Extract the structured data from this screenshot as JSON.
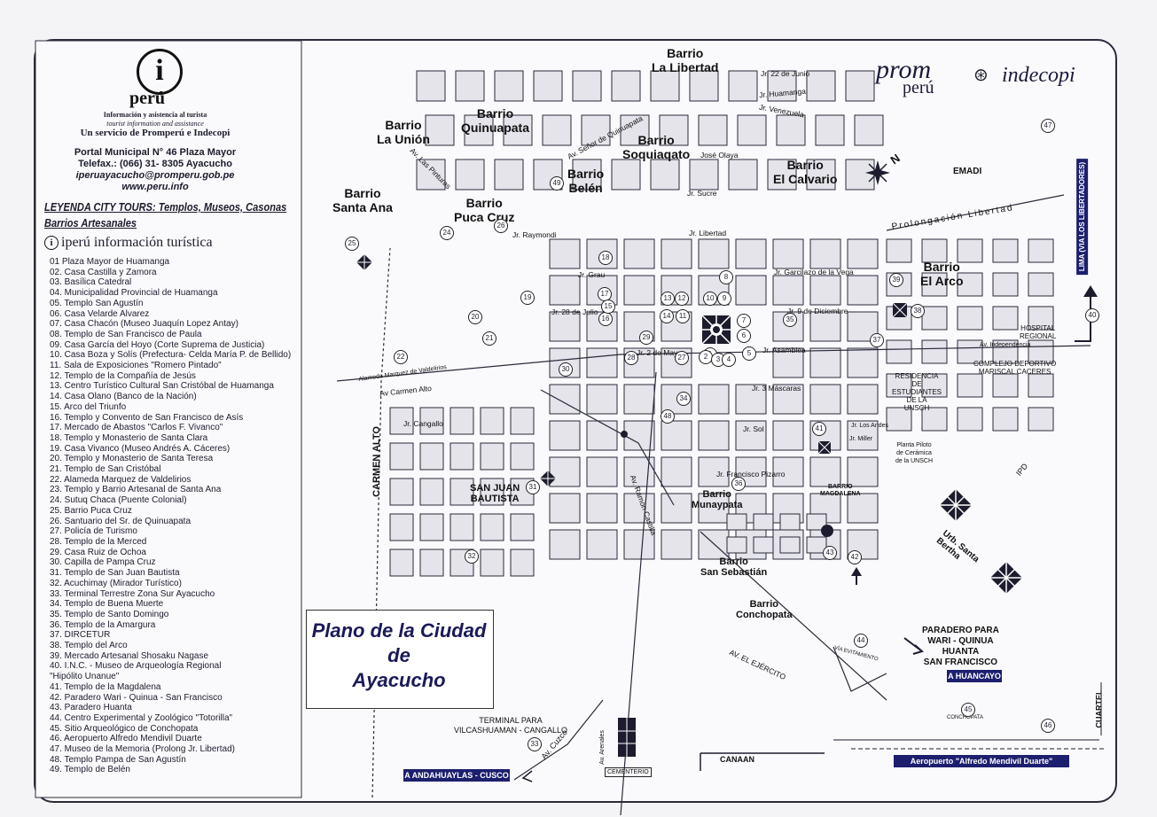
{
  "header": {
    "logo_letter": "i",
    "logo_word": "perú",
    "info_line1": "Información y asistencia al turista",
    "info_line2": "tourist information and assistance",
    "info_line3": "Un servicio de Promperú e Indecopi",
    "address1": "Portal Municipal N° 46 Plaza Mayor",
    "address2": "Telefax.: (066) 31- 8305 Ayacucho",
    "email": "iperuayacucho@promperu.gob.pe",
    "web": "www.peru.info"
  },
  "legend": {
    "title1": "LEYENDA CITY TOURS: Templos, Museos, Casonas",
    "title2": "Barrios Artesanales",
    "iperu_label": "iperú información turística",
    "iperu_icon": "i",
    "places": [
      "01  Plaza Mayor de Huamanga",
      "02.  Casa Castilla y Zamora",
      "03.  Basílica Catedral",
      "04.  Municipalidad Provincial de Huamanga",
      "05.  Templo San Agustín",
      "06.  Casa Velarde Alvarez",
      "07.  Casa Chacón (Museo Juaquín Lopez Antay)",
      "08.  Templo de San Francisco de Paula",
      "09.  Casa García del Hoyo (Corte Suprema de Justicia)",
      "10.  Casa Boza y Solís (Prefectura- Celda María P. de Bellido)",
      "11.  Sala de Exposiciones \"Romero Pintado\"",
      "12.  Templo de la Compañía de Jesús",
      "13.  Centro Turístico Cultural San Cristóbal de Huamanga",
      "14.  Casa Olano (Banco de la Nación)",
      "15.  Arco del Triunfo",
      "16.  Templo y Convento de San Francisco de Asís",
      "17.  Mercado de Abastos \"Carlos F. Vivanco\"",
      "18.  Templo y Monasterio de Santa Clara",
      "19.  Casa Vivanco (Museo Andrés A. Cáceres)",
      "20.  Templo y Monasterio de Santa Teresa",
      "21.  Templo de San Cristóbal",
      "22.  Alameda Marquez de Valdelirios",
      "23.  Templo y Barrio Artesanal de Santa Ana",
      "24.  Sutuq Chaca (Puente Colonial)",
      "25.  Barrio Puca Cruz",
      "26.  Santuario del Sr. de Quinuapata",
      "27.  Policía de Turismo",
      "28.  Templo de la Merced",
      "29.  Casa Ruiz de Ochoa",
      "30.  Capilla de Pampa Cruz",
      "31.  Templo de San Juan Bautista",
      "32.  Acuchimay (Mirador Turístico)",
      "33.  Terminal Terrestre Zona Sur Ayacucho",
      "34.  Templo de Buena Muerte",
      "35.  Templo de Santo Domingo",
      "36.  Templo de la Amargura",
      "37.  DIRCETUR",
      "38.  Templo del Arco",
      "39.  Mercado Artesanal Shosaku Nagase",
      "40.  I.N.C. - Museo de Arqueología Regional",
      "       \"Hipólito Unanue\"",
      "41.  Templo de la Magdalena",
      "42.  Paradero Wari - Quinua - San Francisco",
      "43.  Paradero Huanta",
      "44.  Centro Experimental  y Zoológico \"Totorilla\"",
      "45.  Sitio Arqueológico de Conchopata",
      "46.  Aeropuerto Alfredo Mendivil Duarte",
      "47.  Museo de la Memoria (Prolong Jr. Libertad)",
      "48. Templo Pampa de San Agustín",
      "49. Templo de Belén"
    ]
  },
  "branding": {
    "prom": "prom",
    "peru": "perú",
    "indecopi": "indecopi"
  },
  "map": {
    "title_l1": "Plano de la Ciudad",
    "title_l2": "de",
    "title_l3": "Ayacucho",
    "barrios": {
      "la_libertad": "Barrio\nLa Libertad",
      "quinuapata": "Barrio\nQuinuapata",
      "la_union": "Barrio\nLa Unión",
      "soquiaqato": "Barrio\nSoquiaqato",
      "belen": "Barrio\nBelén",
      "el_calvario": "Barrio\nEl Calvario",
      "santa_ana": "Barrio\nSanta Ana",
      "puca_cruz": "Barrio\nPuca Cruz",
      "el_arco": "Barrio\nEl Arco",
      "san_juan": "SAN JUAN\nBAUTISTA",
      "munaypata": "Barrio\nMunaypata",
      "san_sebastian": "Barrio\nSan Sebastián",
      "conchopata": "Barrio\nConchopata",
      "magdalena": "BARRIO\nMAGDALENA"
    },
    "streets": {
      "jr22": "Jr. 22  de Junio",
      "huamanga": "Jr. Huamanga",
      "venezuela": "Jr. Venezuela",
      "senor_quinuapata": "Av. Señor de Quinuapata",
      "jose_olaya": "José Olaya",
      "las_pinturas": "Av. Las Pinturas",
      "sucre": "Jr. Sucre",
      "raymondi": "Jr. Raymondi",
      "libertad": "Jr. Libertad",
      "prolongacion": "Prolongación  Libertad",
      "grau": "Jr. Grau",
      "garcilazo": "Jr. Garcilazo de la Vega",
      "28_julio": "Jr. 28 de Julio",
      "9_diciembre": "Jr. 9 de Diciembre",
      "2_mayo": "Jr. 2 de Mayo",
      "asamblea": "Jr. Asamblea",
      "independencia": "Av. Independencia",
      "alameda": "Alameda Marquez de Valdelirios",
      "carmen_alto_av": "Av Carmen Alto",
      "3_mascaras": "Jr. 3 Máscaras",
      "cangallo": "Jr. Cangallo",
      "sol": "Jr. Sol",
      "los_andes": "Jr. Los Andes",
      "miller": "Jr. Miller",
      "francisco_pizarro": "Jr. Francisco Pizarro",
      "ramon_castilla": "Av. Ramón Castilla",
      "el_ejercito": "AV. EL EJÉRCITO",
      "via_evitamiento": "VÍA EVITAMIENTO",
      "av_cuzco": "Av. Cuzco",
      "av_arenales": "Av. Arenales",
      "carmen_alto": "CARMEN ALTO",
      "lima_via": "LIMA (VIA LOS LIBERTADORES)",
      "cuartel": "CUARTEL",
      "emadi": "EMADI",
      "hospital": "HOSPITAL\nREGIONAL",
      "complejo": "COMPLEJO DEPORTIVO\nMARISCAL CACERES",
      "residencia": "RESIDENCIA\nDE\nESTUDIANTES\nDE LA\nUNSCH",
      "planta_piloto": "Planta Piloto\nde Cerámica\nde la UNSCH",
      "ipd": "IPD",
      "urb_santa_bertha": "Urb. Santa\nBertha",
      "terminal": "TERMINAL PARA\nVILCASHUAMAN - CANGALLO",
      "canaan": "CANAAN",
      "cementerio": "CEMENTERIO",
      "conchopata_small": "CONCHOPATA",
      "paradero": "PARADERO PARA\nWARI - QUINUA\nHUANTA\nSAN FRANCISCO"
    },
    "bars": {
      "andahuaylas": "A ANDAHUAYLAS - CUSCO",
      "huancayo": "A HUANCAYO",
      "aeropuerto": "Aeropuerto \"Alfredo Mendivil Duarte\""
    },
    "markers": [
      "47",
      "49",
      "25",
      "24",
      "26",
      "18",
      "17",
      "19",
      "20",
      "21",
      "22",
      "30",
      "16",
      "15",
      "13",
      "12",
      "14",
      "11",
      "10",
      "9",
      "8",
      "7",
      "6",
      "5",
      "1",
      "2",
      "3",
      "4",
      "27",
      "28",
      "29",
      "34",
      "48",
      "36",
      "35",
      "37",
      "38",
      "39",
      "40",
      "41",
      "42",
      "43",
      "44",
      "45",
      "46",
      "31",
      "32",
      "33"
    ],
    "compass_label": "N",
    "colors": {
      "ink": "#1c1c2e",
      "navy": "#1c1f6e",
      "block": "#e6e6ec"
    }
  }
}
